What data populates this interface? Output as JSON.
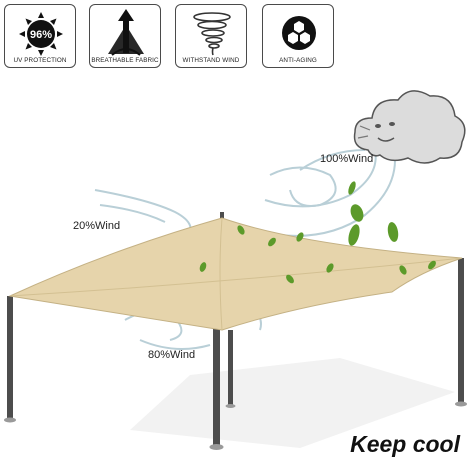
{
  "badges": [
    {
      "label": "UV PROTECTION",
      "icon": "sun-uv-icon",
      "value": "96%"
    },
    {
      "label": "BREATHABLE FABRIC",
      "icon": "breathable-arrow-icon"
    },
    {
      "label": "WITHSTAND WIND",
      "icon": "tornado-icon"
    },
    {
      "label": "ANTI-AGING",
      "icon": "hexagon-molecule-icon"
    }
  ],
  "wind_labels": {
    "left": "20%Wind",
    "top_right": "100%Wind",
    "bottom": "80%Wind"
  },
  "tagline": "Keep cool",
  "colors": {
    "fabric": "#e6d4ab",
    "pole": "#4d4d4d",
    "leaf": "#5c9a2a",
    "cloud": "#dcdcdc",
    "wind_stroke": "#b9cfd7"
  }
}
